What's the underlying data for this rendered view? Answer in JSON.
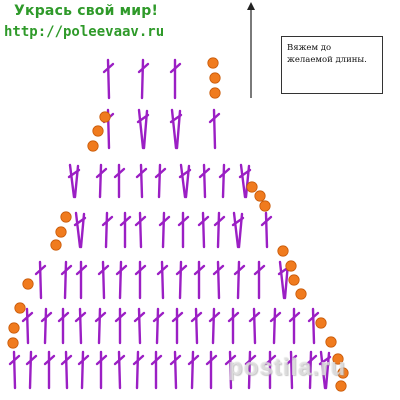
{
  "header": {
    "title": "Укрась свой мир!",
    "url": "http://poleevaav.ru"
  },
  "note": {
    "text": "Вяжем до желаемой длины."
  },
  "watermark": {
    "text": "postila.ru"
  },
  "colors": {
    "stitch": "#9b1fc4",
    "bead": "#f07b1e",
    "bead_outline": "#c95a08",
    "arrow": "#222222",
    "header_text": "#2f9a2a"
  },
  "icons": [
    "direction-arrow-icon",
    "stitch-symbol-icon",
    "bead-icon"
  ]
}
